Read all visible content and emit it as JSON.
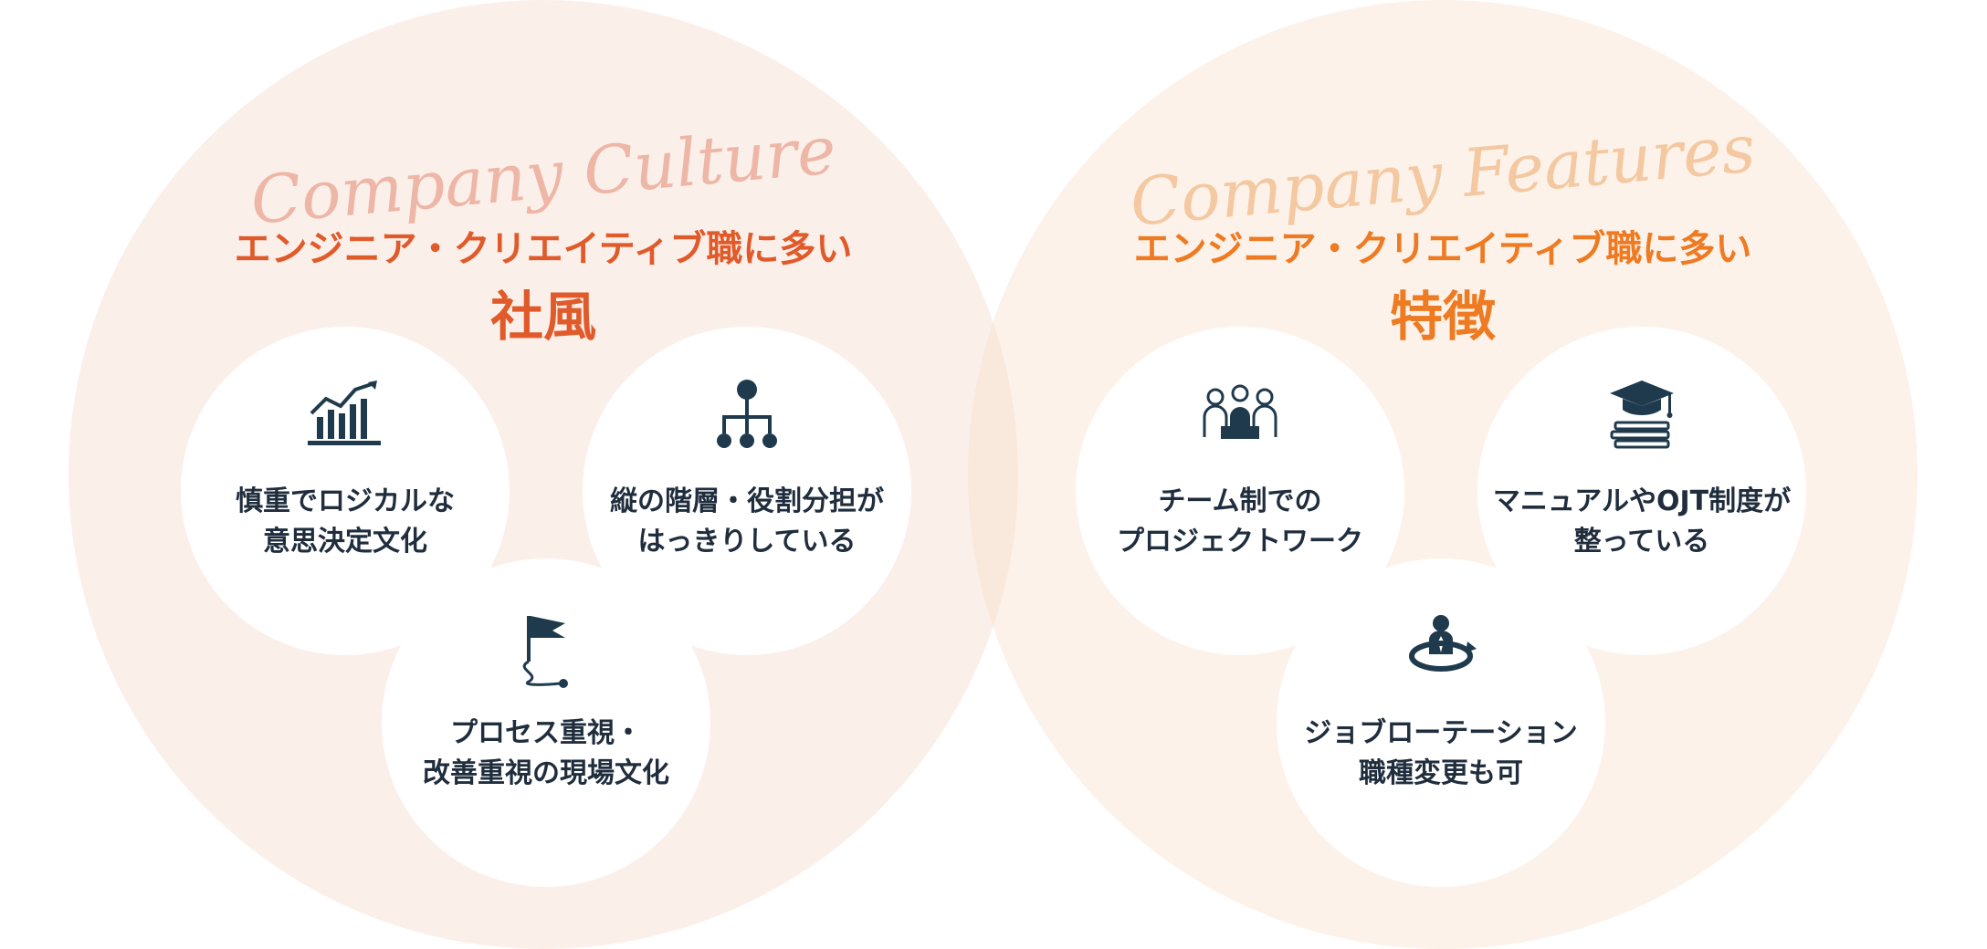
{
  "colors": {
    "left_accent": "#e05a2a",
    "left_script": "#eeb6a6",
    "right_accent": "#ee7a22",
    "right_script": "#f4c8a0",
    "icon": "#1f3a4d",
    "text": "#1f2d3d"
  },
  "culture": {
    "script": "Company Culture",
    "subtitle": "エンジニア・クリエイティブ職に多い",
    "title": "社風",
    "items": [
      {
        "icon": "bar-chart-icon",
        "line1": "慎重でロジカルな",
        "line2": "意思決定文化"
      },
      {
        "icon": "org-chart-icon",
        "line1": "縦の階層・役割分担が",
        "line2": "はっきりしている"
      },
      {
        "icon": "goal-flag-icon",
        "line1": "プロセス重視・",
        "line2": "改善重視の現場文化"
      }
    ]
  },
  "features": {
    "script": "Company Features",
    "subtitle": "エンジニア・クリエイティブ職に多い",
    "title": "特徴",
    "items": [
      {
        "icon": "team-meeting-icon",
        "line1": "チーム制での",
        "line2": "プロジェクトワーク"
      },
      {
        "icon": "graduation-books-icon",
        "line1": "マニュアルやOJT制度が",
        "line2": "整っている"
      },
      {
        "icon": "job-rotation-icon",
        "line1": "ジョブローテーション",
        "line2": "職種変更も可"
      }
    ]
  }
}
